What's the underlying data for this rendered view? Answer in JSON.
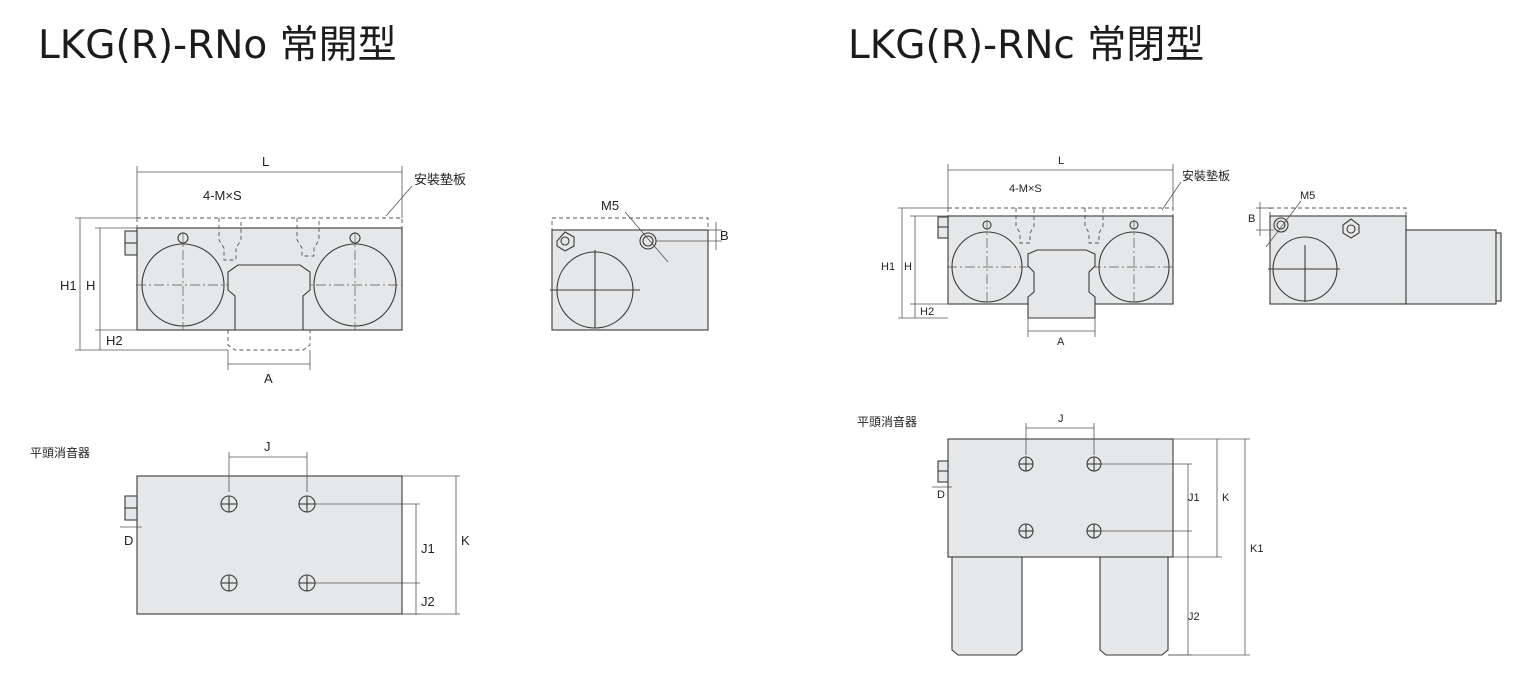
{
  "titles": {
    "left": "LKG(R)-RNo 常開型",
    "right": "LKG(R)-RNc 常閉型"
  },
  "left_front": {
    "L": "L",
    "mxs": "4-M×S",
    "pad": "安裝墊板",
    "H1": "H1",
    "H": "H",
    "H2": "H2",
    "A": "A"
  },
  "left_side": {
    "M5": "M5",
    "B": "B"
  },
  "left_top": {
    "muffler": "平頭消音器",
    "J": "J",
    "D": "D",
    "J1": "J1",
    "J2": "J2",
    "K": "K"
  },
  "right_front": {
    "L": "L",
    "mxs": "4-M×S",
    "pad": "安裝墊板",
    "H1": "H1",
    "H": "H",
    "H2": "H2",
    "A": "A"
  },
  "right_side": {
    "M5": "M5",
    "B": "B"
  },
  "right_top": {
    "muffler": "平頭消音器",
    "J": "J",
    "D": "D",
    "J1": "J1",
    "J2": "J2",
    "K": "K",
    "K1": "K1"
  }
}
